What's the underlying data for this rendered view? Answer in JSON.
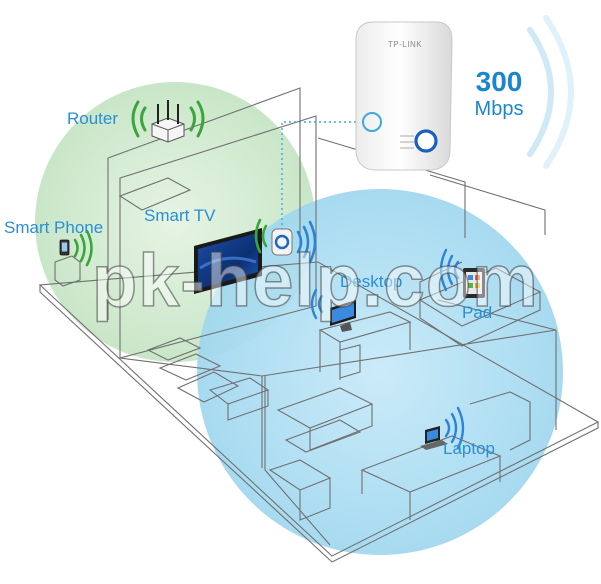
{
  "extender": {
    "brand": "TP-LINK",
    "speed_value": "300",
    "speed_unit": "Mbps"
  },
  "devices": {
    "router": "Router",
    "smart_phone": "Smart Phone",
    "smart_tv": "Smart TV",
    "desktop": "Desktop",
    "pad": "Pad",
    "laptop": "Laptop"
  },
  "watermark": "pk-help.com",
  "colors": {
    "router_coverage": "#d2ead1",
    "extender_coverage": "#a9dcf1",
    "label_blue": "#2a8fd4",
    "signal_green": "#3aa63a",
    "signal_blue": "#2d84d6"
  }
}
